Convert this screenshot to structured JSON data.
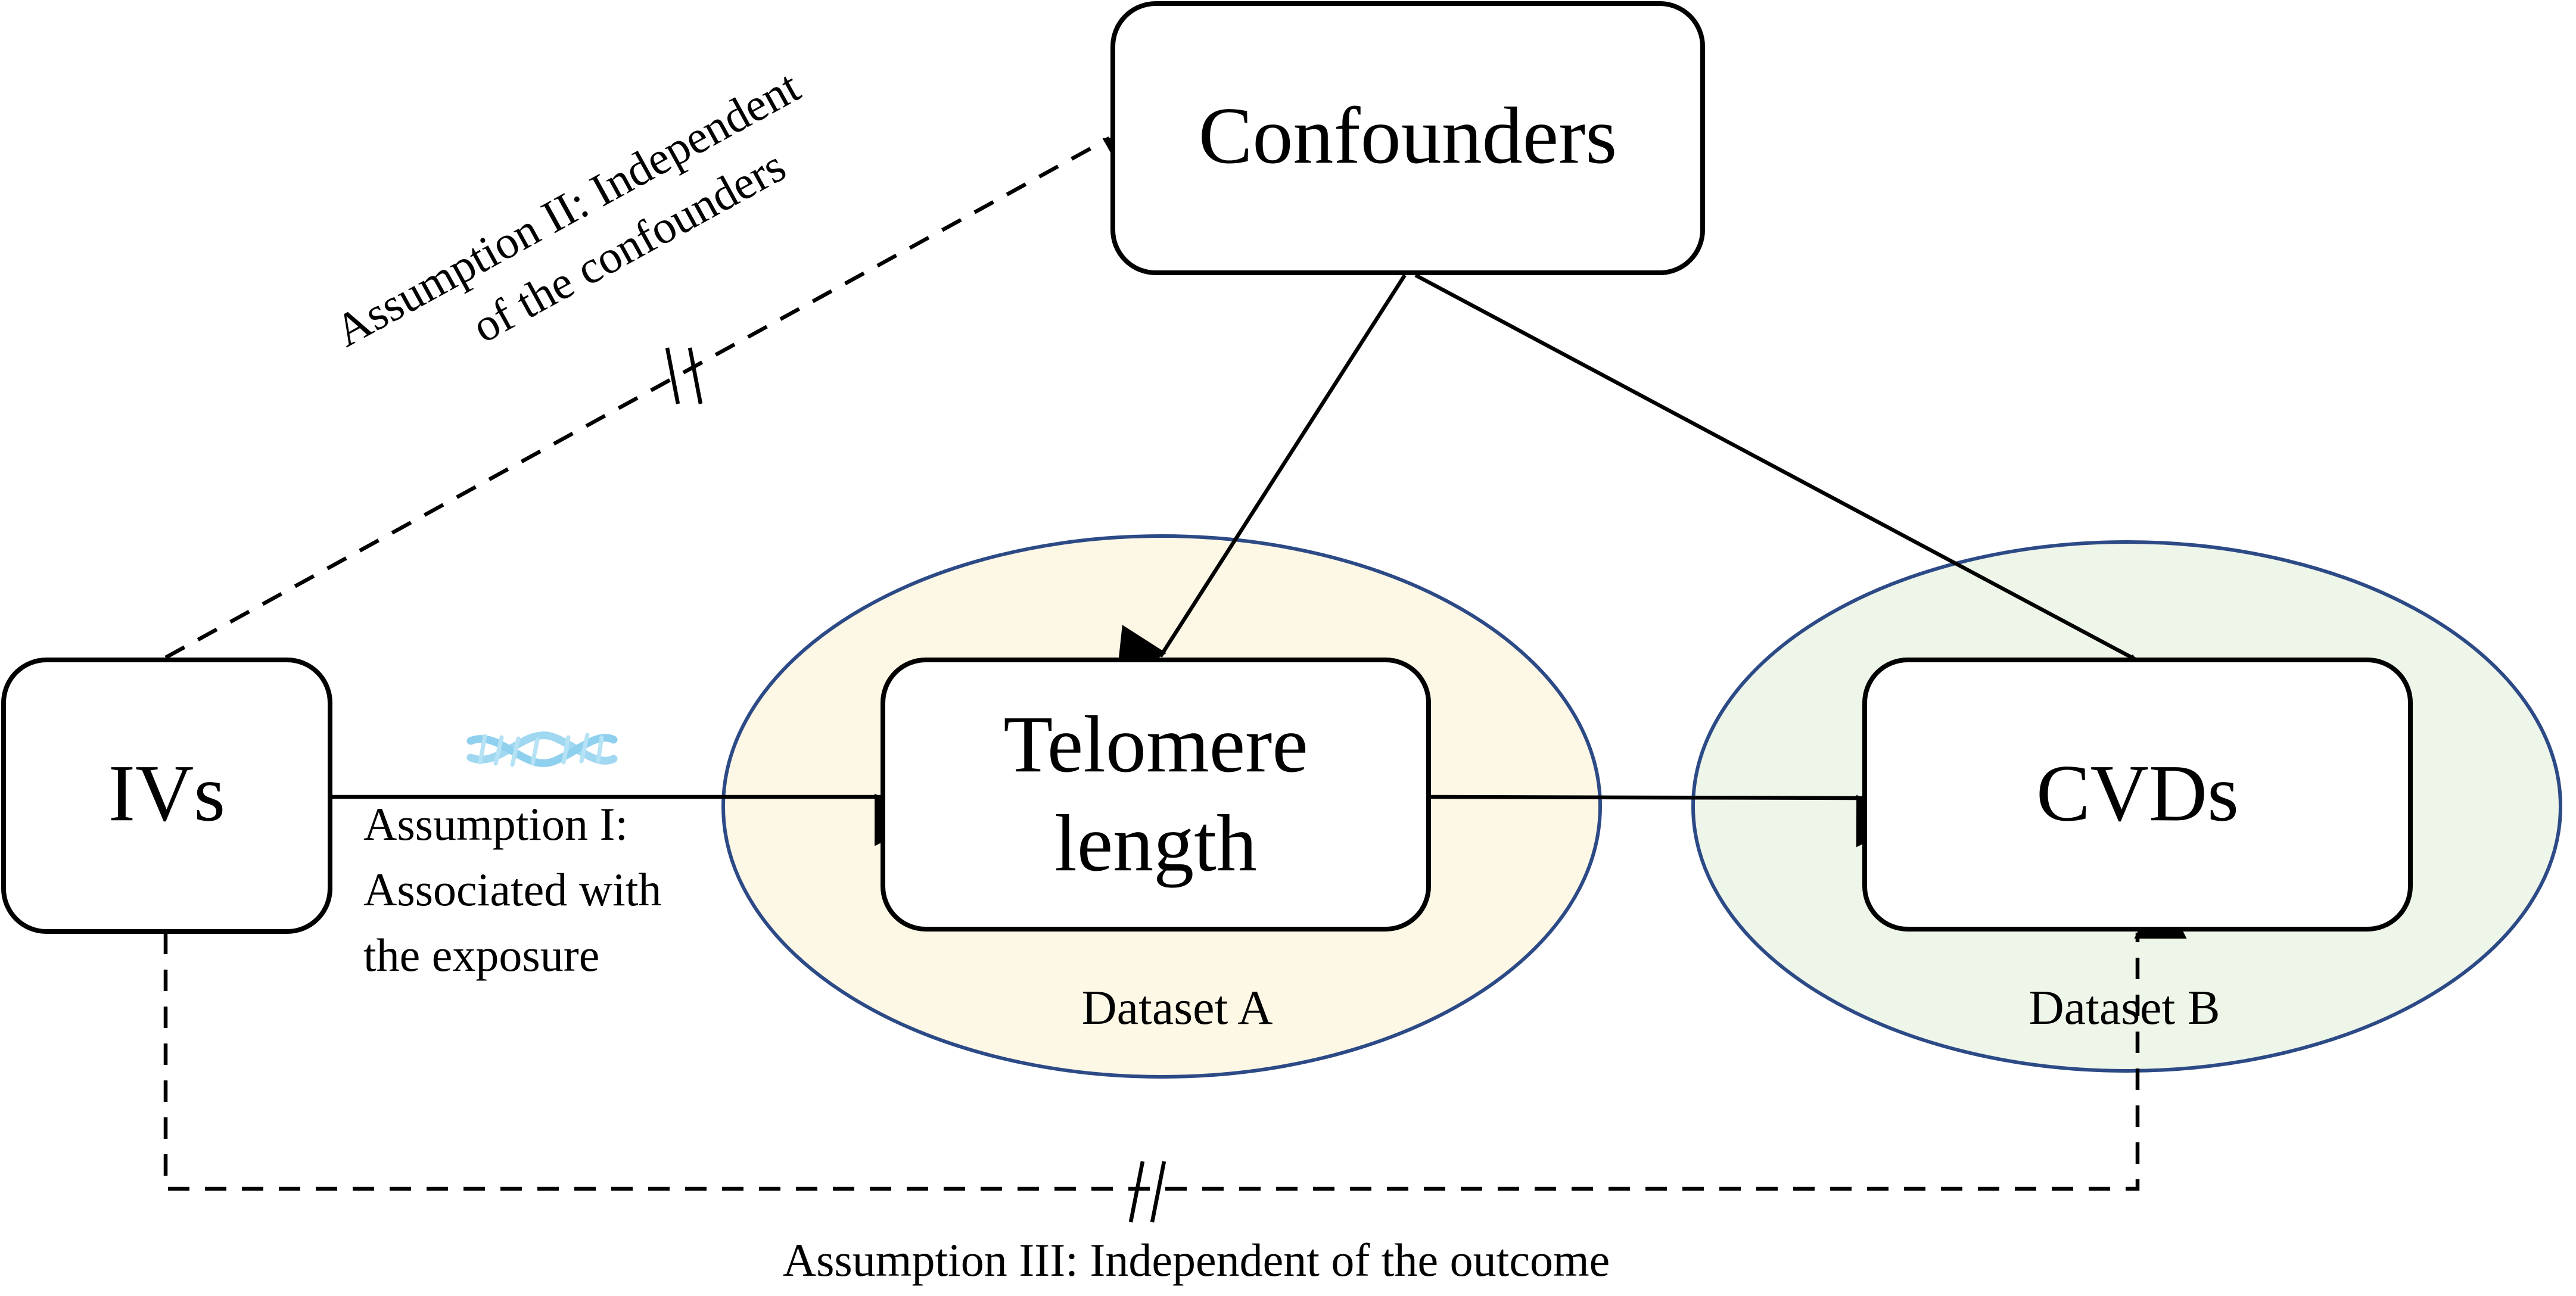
{
  "nodes": {
    "confounders": "Confounders",
    "ivs": "IVs",
    "telomere_line1": "Telomere",
    "telomere_line2": "length",
    "cvds": "CVDs"
  },
  "datasets": {
    "a": "Dataset A",
    "b": "Dataset B"
  },
  "assumptions": {
    "one_line1": "Assumption I:",
    "one_line2": "Associated with",
    "one_line3": "the exposure",
    "two_line1": "Assumption II: Independent",
    "two_line2": "of the confounders",
    "three": "Assumption III: Independent of the outcome"
  },
  "icons": {
    "dna": "dna-helix-icon"
  },
  "colors": {
    "dataset_a_fill": "#fdf7e6",
    "dataset_b_fill": "#eef5e9",
    "ellipse_stroke": "#2c4a86",
    "dna": "#8fd0ee"
  }
}
